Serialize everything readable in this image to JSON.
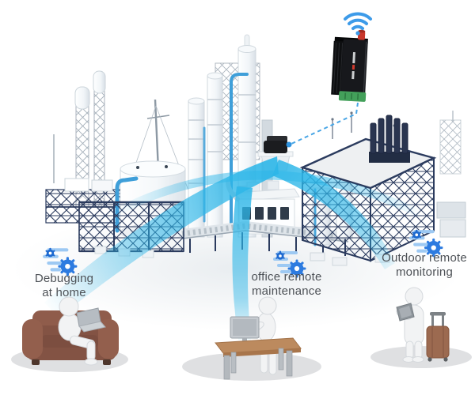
{
  "title": "Industrial wireless remote monitoring scene",
  "palette": {
    "accent_blue": "#3d9be9",
    "beam_blue": "#2cb6e8",
    "pipe_blue": "#3f9fd9",
    "steel_navy": "#2b3b5e",
    "couch_brown": "#8a594a",
    "suitcase_brown": "#9c6a50",
    "desk_wood": "#bc8a5e",
    "device_black": "#17181c",
    "antenna_red": "#c9372b",
    "terminal_green": "#43a05a",
    "label_text": "#4d5156",
    "icon_blue_dark": "#1e6ad0",
    "icon_blue_mid": "#2d7be0",
    "icon_blue_light": "#9dc9f3"
  },
  "device": {
    "name": "wireless DTU gateway",
    "parts": [
      "wifi-icon",
      "red-antenna-connector",
      "black-finned-body",
      "green-terminal-block"
    ],
    "link": "dashed line to plant gateway box"
  },
  "factory": {
    "name": "isometric chemical plant",
    "elements": [
      "lattice-towers",
      "storage-tank",
      "distillation-columns",
      "pipe-rack",
      "white-building",
      "steel-frame-structure",
      "rooftop-gateway-box"
    ]
  },
  "scenarios": {
    "home": {
      "line1": "Debugging",
      "line2": "at home",
      "icon": "remote-config-icon",
      "figure": "person on couch with laptop"
    },
    "office": {
      "line1": "office remote",
      "line2": "maintenance",
      "icon": "remote-config-icon",
      "figure": "person at desk with monitor"
    },
    "outdoor": {
      "line1": "Outdoor remote",
      "line2": "monitoring",
      "icon": "remote-config-icon",
      "figure": "person with tablet and suitcase"
    }
  }
}
